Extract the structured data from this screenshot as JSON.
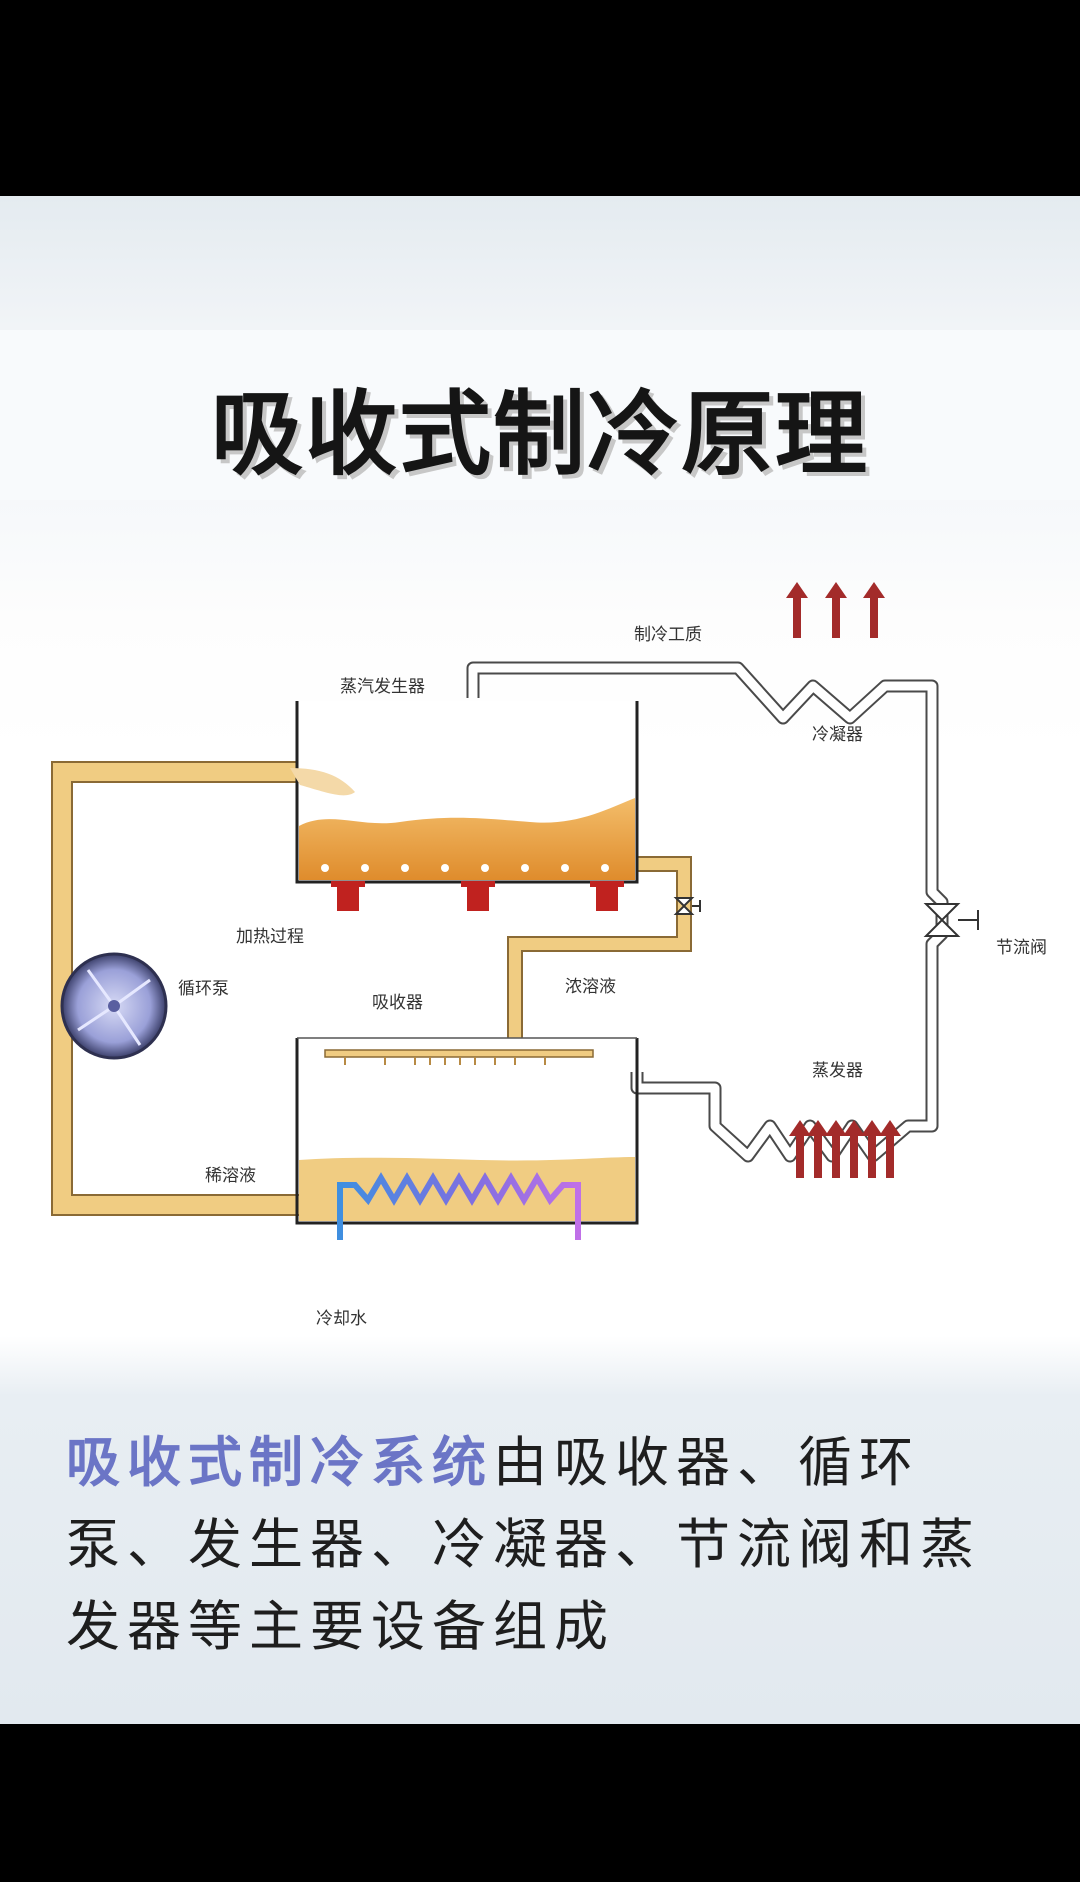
{
  "title": "吸收式制冷原理",
  "labels": {
    "refrigerant": "制冷工质",
    "generator": "蒸汽发生器",
    "condenser": "冷凝器",
    "throttle": "节流阀",
    "heating": "加热过程",
    "pump": "循环泵",
    "absorber": "吸收器",
    "strong_solution": "浓溶液",
    "evaporator": "蒸发器",
    "weak_solution": "稀溶液",
    "cooling_water": "冷却水"
  },
  "caption": {
    "highlight": "吸收式制冷系统",
    "rest": "由吸收器、循环泵、发生器、冷凝器、节流阀和蒸发器等主要设备组成"
  },
  "colors": {
    "pipe_fill": "#f0cc82",
    "pipe_stroke": "#8a6a35",
    "liquid": "#e9a345",
    "heater": "#c0221f",
    "heat_arrow": "#a32b2a",
    "caption_highlight": "#6b75c6"
  }
}
